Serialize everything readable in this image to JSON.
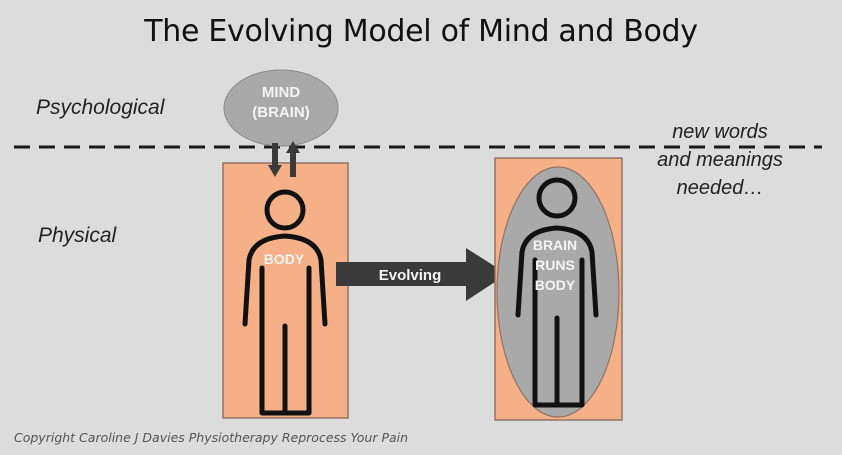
{
  "title": "The Evolving Model of Mind and Body",
  "labels": {
    "psychological": "Psychological",
    "physical": "Physical"
  },
  "mind": {
    "line1": "MIND",
    "line2": "(BRAIN)"
  },
  "left_figure": {
    "label": "BODY"
  },
  "arrow": {
    "label": "Evolving"
  },
  "right_figure": {
    "line1": "BRAIN",
    "line2": "RUNS",
    "line3": "BODY"
  },
  "note": {
    "line1": "new words",
    "line2": "and meanings",
    "line3": "needed…"
  },
  "copyright": "Copyright Caroline J Davies Physiotherapy Reprocess Your Pain",
  "colors": {
    "background": "#dcdcdc",
    "box_fill": "#f5b088",
    "box_border": "#8e7468",
    "ellipse_fill": "#a9a9a9",
    "arrow_fill": "#3a3a3a",
    "figure_stroke": "#111111"
  }
}
